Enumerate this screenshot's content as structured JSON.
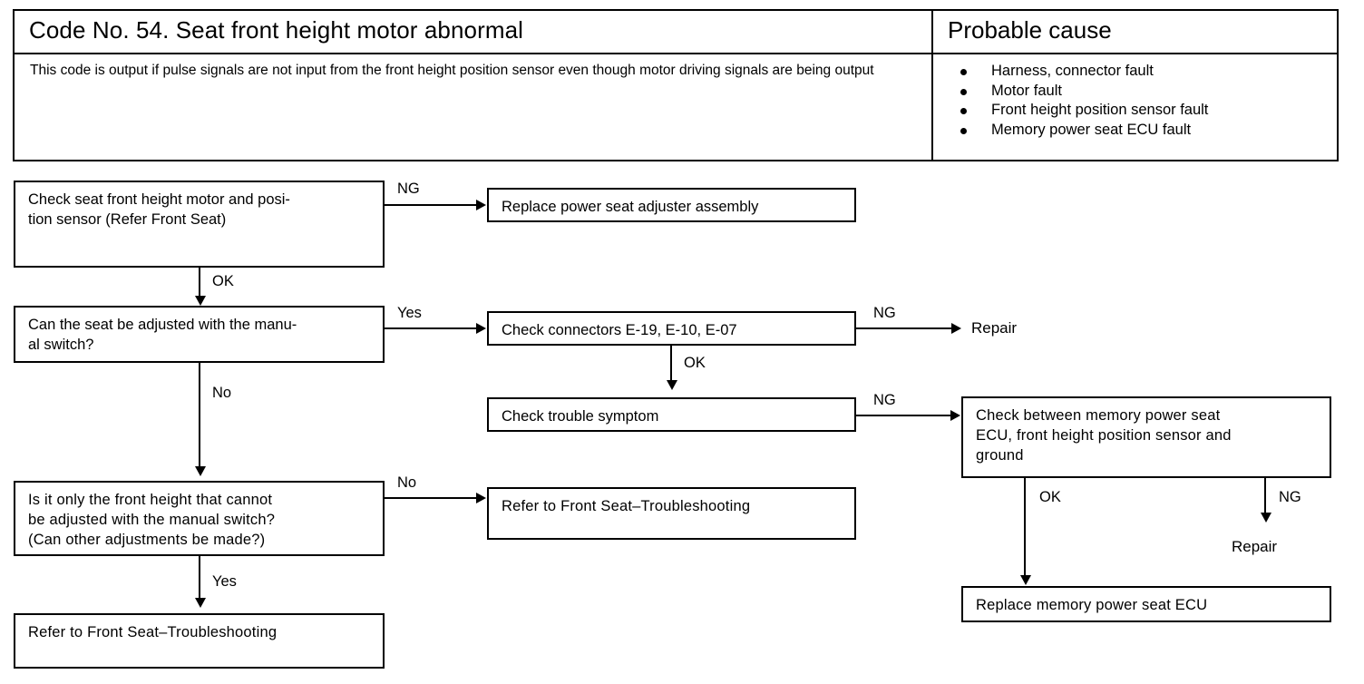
{
  "header": {
    "code_title": "Code No. 54. Seat front height motor abnormal",
    "cause_title": "Probable cause",
    "description": "This  code is output if pulse signals are not input from the front height position sensor even though motor driving signals are being output",
    "causes": [
      "Harness, connector fault",
      "Motor fault",
      "Front height position sensor fault",
      "Memory power seat ECU fault"
    ]
  },
  "flow": {
    "boxes": {
      "check_motor_sensor": "Check seat front height motor and posi-\ntion sensor (Refer  Front  Seat)",
      "replace_adjuster": "Replace power seat adjuster assembly",
      "can_adjust_manual": "Can the seat be adjusted with the manu-\nal switch?",
      "check_connectors": "Check connectors E-19, E-10, E-07",
      "check_trouble_symptom": "Check trouble symptom",
      "check_between_ecu": "Check  between  memory  power  seat\nECU, front height position sensor and\nground",
      "only_front_height": "Is  it  only  the  front  height  that  cannot\nbe  adjusted  with  the  manual  switch?\n(Can other adjustments be made?)",
      "refer_front_seat_mid": "Refer  to  Front  Seat–Troubleshooting",
      "refer_front_seat_bottom": "Refer  to  Front  Seat–Troubleshooting",
      "replace_ecu": "Replace memory power seat ECU"
    },
    "terminals": {
      "repair_top": "Repair",
      "repair_bottom": "Repair"
    },
    "edge_labels": {
      "ng_check_motor": "NG",
      "ok_check_motor": "OK",
      "yes_can_adjust": "Yes",
      "no_can_adjust": "No",
      "ng_connectors": "NG",
      "ok_connectors": "OK",
      "ng_trouble_symptom": "NG",
      "no_only_front_height": "No",
      "yes_only_front_height": "Yes",
      "ok_check_between": "OK",
      "ng_check_between": "NG"
    }
  },
  "colors": {
    "line": "#000000",
    "background": "#ffffff"
  }
}
